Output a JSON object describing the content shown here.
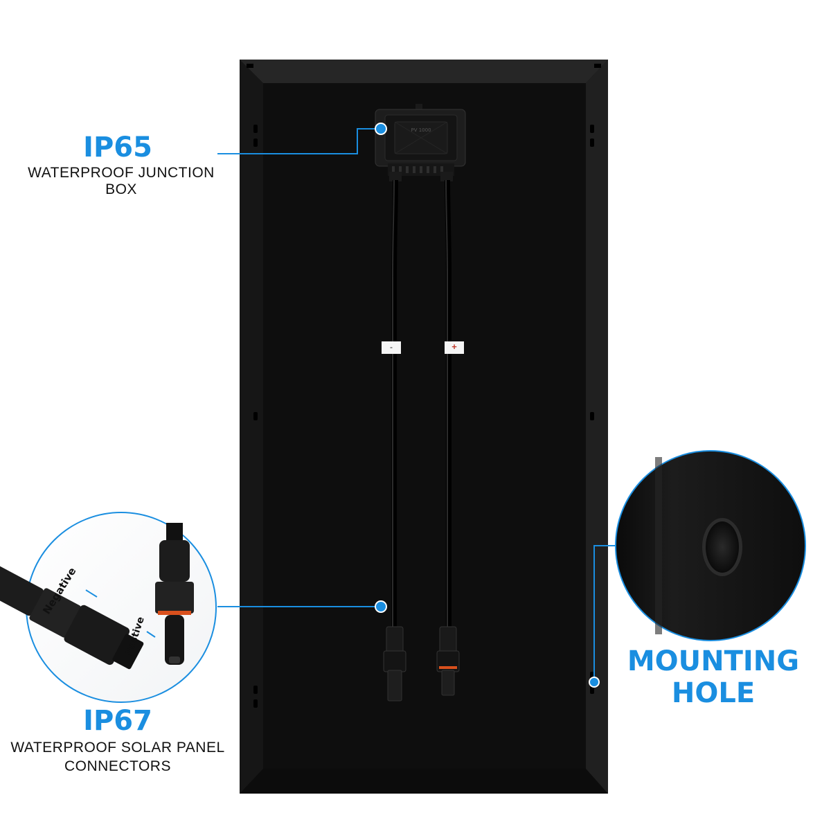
{
  "callouts": {
    "junction_box": {
      "title": "IP65",
      "subtitle": "WATERPROOF JUNCTION BOX"
    },
    "connectors": {
      "title": "IP67",
      "subtitle_line1": "WATERPROOF SOLAR PANEL",
      "subtitle_line2": "CONNECTORS",
      "negative_label": "Negative",
      "positive_label": "Postive"
    },
    "mounting": {
      "title_line1": "MOUNTING",
      "title_line2": "HOLE"
    }
  },
  "cable_tags": {
    "left": "-",
    "right": "+"
  },
  "junction_box_print": "PV 1000",
  "colors": {
    "accent": "#1a8ee0",
    "panel": "#141414",
    "frame": "#1f1f1f"
  }
}
